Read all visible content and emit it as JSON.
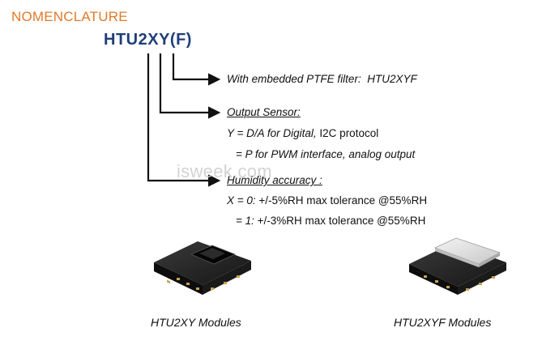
{
  "heading": "NOMENCLATURE",
  "part_number": "HTU2XY(F)",
  "options": {
    "filter": {
      "label": "With embedded PTFE filter:",
      "value": "HTU2XYF"
    },
    "output_sensor": {
      "title": "Output Sensor:",
      "line1": {
        "key": "Y = D/A for Digital,",
        "rest": " I2C protocol"
      },
      "line2": "= P for PWM interface, analog output"
    },
    "humidity_accuracy": {
      "title": "Humidity accuracy :",
      "line1": {
        "key": "X = 0:",
        "rest": " +/-5%RH max  tolerance @55%RH"
      },
      "line2": {
        "key": "= 1:",
        "rest": " +/-3%RH max  tolerance @55%RH"
      }
    }
  },
  "watermark": "isweek.com",
  "modules": [
    {
      "caption": "HTU2XY Modules"
    },
    {
      "caption": "HTU2XYF Modules"
    }
  ],
  "colors": {
    "heading": "#e07a2a",
    "part_number": "#1f3f7a",
    "connector": "#111111"
  }
}
